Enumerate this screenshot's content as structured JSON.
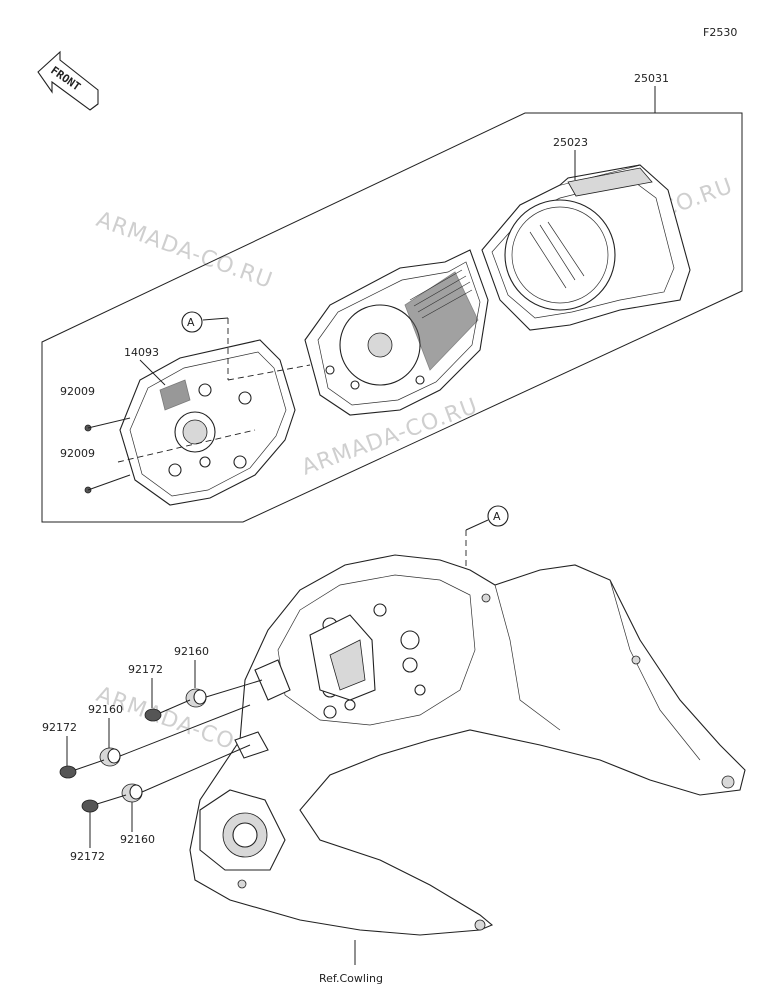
{
  "figure_code": "F2530",
  "front_arrow": {
    "label": "FRONT",
    "icon": "front-arrow-icon"
  },
  "watermark": "ARMADA-CO.RU",
  "callouts": {
    "ref_a_top": "A",
    "ref_a_bottom": "A",
    "p25031": "25031",
    "p25023": "25023",
    "p14093": "14093",
    "p92009_upper": "92009",
    "p92009_lower": "92009",
    "p92160_a": "92160",
    "p92172_a": "92172",
    "p92160_b": "92160",
    "p92172_b": "92172",
    "p92160_c": "92160",
    "p92172_c": "92172",
    "ref_cowling": "Ref.Cowling"
  }
}
